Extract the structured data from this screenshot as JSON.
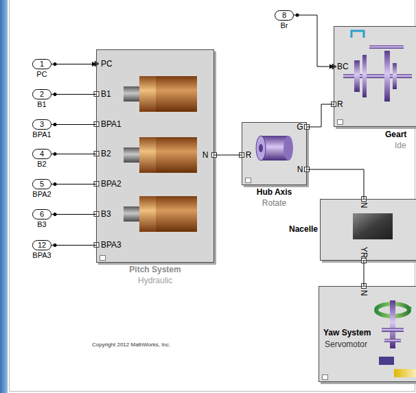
{
  "diagram": {
    "nodes": [
      {
        "text": [
          "8",
          "Br"
        ]
      },
      {
        "text": [
          "Geart",
          "Ide"
        ]
      },
      {
        "text": [
          "1",
          "PC"
        ]
      },
      {
        "text": [
          "2",
          "B1"
        ]
      },
      {
        "text": [
          "3",
          "BPA1"
        ]
      },
      {
        "text": [
          "4",
          "B2"
        ]
      },
      {
        "text": [
          "5",
          "BPA2"
        ]
      },
      {
        "text": [
          "6",
          "B3"
        ]
      },
      {
        "text": [
          "12",
          "BPA3"
        ]
      },
      {
        "text": [
          "Pitch System",
          "Hydraulic"
        ]
      },
      {
        "text": [
          "Hub Axis",
          "Rotate"
        ]
      },
      {
        "text": [
          "Nacelle"
        ]
      },
      {
        "text": [
          "Yaw System",
          "Servomotor"
        ]
      }
    ],
    "edges": [
      {
        "from": 0,
        "to": 1,
        "arrow": "to"
      },
      {
        "from": 2,
        "to": 9,
        "arrow": "to"
      },
      {
        "from": 3,
        "to": 9,
        "arrow": "none"
      },
      {
        "from": 4,
        "to": 9,
        "arrow": "none"
      },
      {
        "from": 5,
        "to": 9,
        "arrow": "none"
      },
      {
        "from": 6,
        "to": 9,
        "arrow": "none"
      },
      {
        "from": 7,
        "to": 9,
        "arrow": "none"
      },
      {
        "from": 8,
        "to": 9,
        "arrow": "none"
      },
      {
        "from": 9,
        "to": 10,
        "arrow": "none"
      },
      {
        "from": 10,
        "to": 1,
        "arrow": "none"
      },
      {
        "from": 10,
        "to": 11,
        "arrow": "none"
      },
      {
        "from": 11,
        "to": 12,
        "arrow": "none"
      }
    ],
    "labels": [
      "PC",
      "B1",
      "BPA1",
      "B2",
      "BPA2",
      "B3",
      "BPA3",
      "N",
      "R",
      "G",
      "N",
      "BC",
      "R",
      "N",
      "YR",
      "N",
      "Copyright 2012 MathWorks, Inc."
    ]
  }
}
